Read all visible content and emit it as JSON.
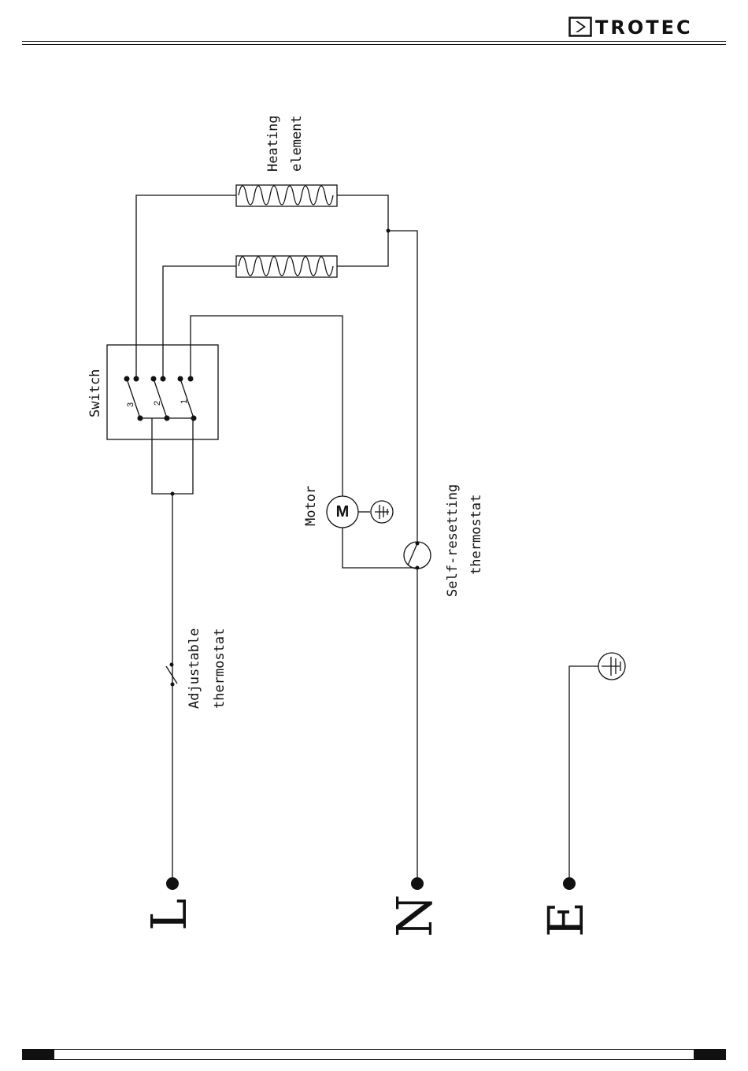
{
  "header": {
    "brand": "TROTEC"
  },
  "diagram": {
    "labels": {
      "heating_line1": "Heating",
      "heating_line2": "element",
      "switch": "Switch",
      "motor": "Motor",
      "motor_symbol": "M",
      "self_resetting_line1": "Self-resetting",
      "self_resetting_line2": "thermostat",
      "adjustable_line1": "Adjustable",
      "adjustable_line2": "thermostat",
      "switch_positions": [
        "3",
        "2",
        "1"
      ]
    },
    "terminals": [
      "L",
      "N",
      "E"
    ]
  }
}
